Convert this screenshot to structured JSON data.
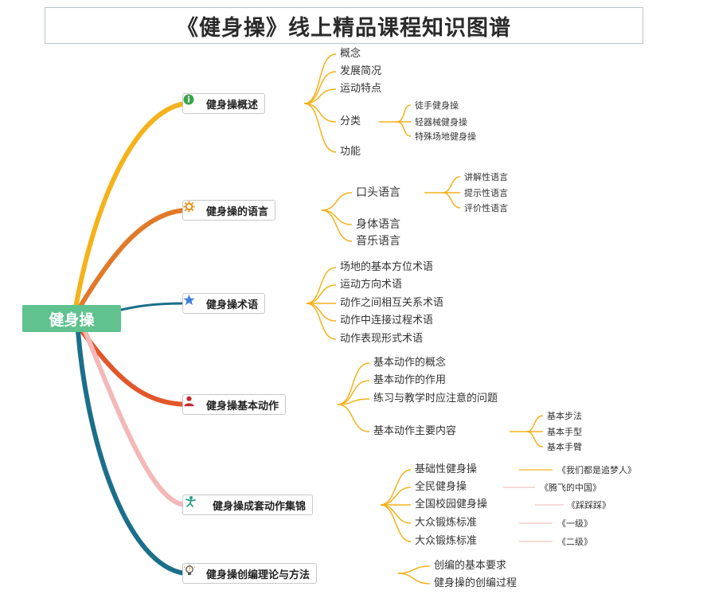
{
  "title": "《健身操》线上精品课程知识图谱",
  "root": "健身操",
  "branches": [
    {
      "label": "健身操概述",
      "icon": "info-icon",
      "color": "#f4b21b",
      "children": [
        "概念",
        "发展简况",
        "运动特点",
        "分类",
        "功能"
      ],
      "sub": [
        "徒手健身操",
        "轻器械健身操",
        "特殊场地健身操"
      ]
    },
    {
      "label": "健身操的语言",
      "icon": "gear-icon",
      "color": "#e07a2a",
      "children": [
        "口头语言",
        "身体语言",
        "音乐语言"
      ],
      "sub": [
        "讲解性语言",
        "提示性语言",
        "评价性语言"
      ]
    },
    {
      "label": "健身操术语",
      "icon": "star-icon",
      "color": "#1b6f8a",
      "children": [
        "场地的基本方位术语",
        "运动方向术语",
        "动作之间相互关系术语",
        "动作中连接过程术语",
        "动作表现形式术语"
      ]
    },
    {
      "label": "健身操基本动作",
      "icon": "person-icon",
      "color": "#e2572a",
      "children": [
        "基本动作的概念",
        "基本动作的作用",
        "练习与教学时应注意的问题",
        "基本动作主要内容"
      ],
      "sub": [
        "基本步法",
        "基本手型",
        "基本手臂"
      ]
    },
    {
      "label": "健身操成套动作集锦",
      "icon": "dancer-icon",
      "color": "#f4b8b8",
      "children": [
        "基础性健身操",
        "全民健身操",
        "全国校园健身操",
        "大众锻炼标准",
        "大众锻炼标准"
      ],
      "tags": [
        "《我们都是追梦人》",
        "《腾飞的中国》",
        "《踩踩踩》",
        "《一级》",
        "《二级》"
      ]
    },
    {
      "label": "健身操创编理论与方法",
      "icon": "bulb-icon",
      "color": "#1b6f8a",
      "children": [
        "创编的基本要求",
        "健身操的创编过程"
      ]
    }
  ]
}
